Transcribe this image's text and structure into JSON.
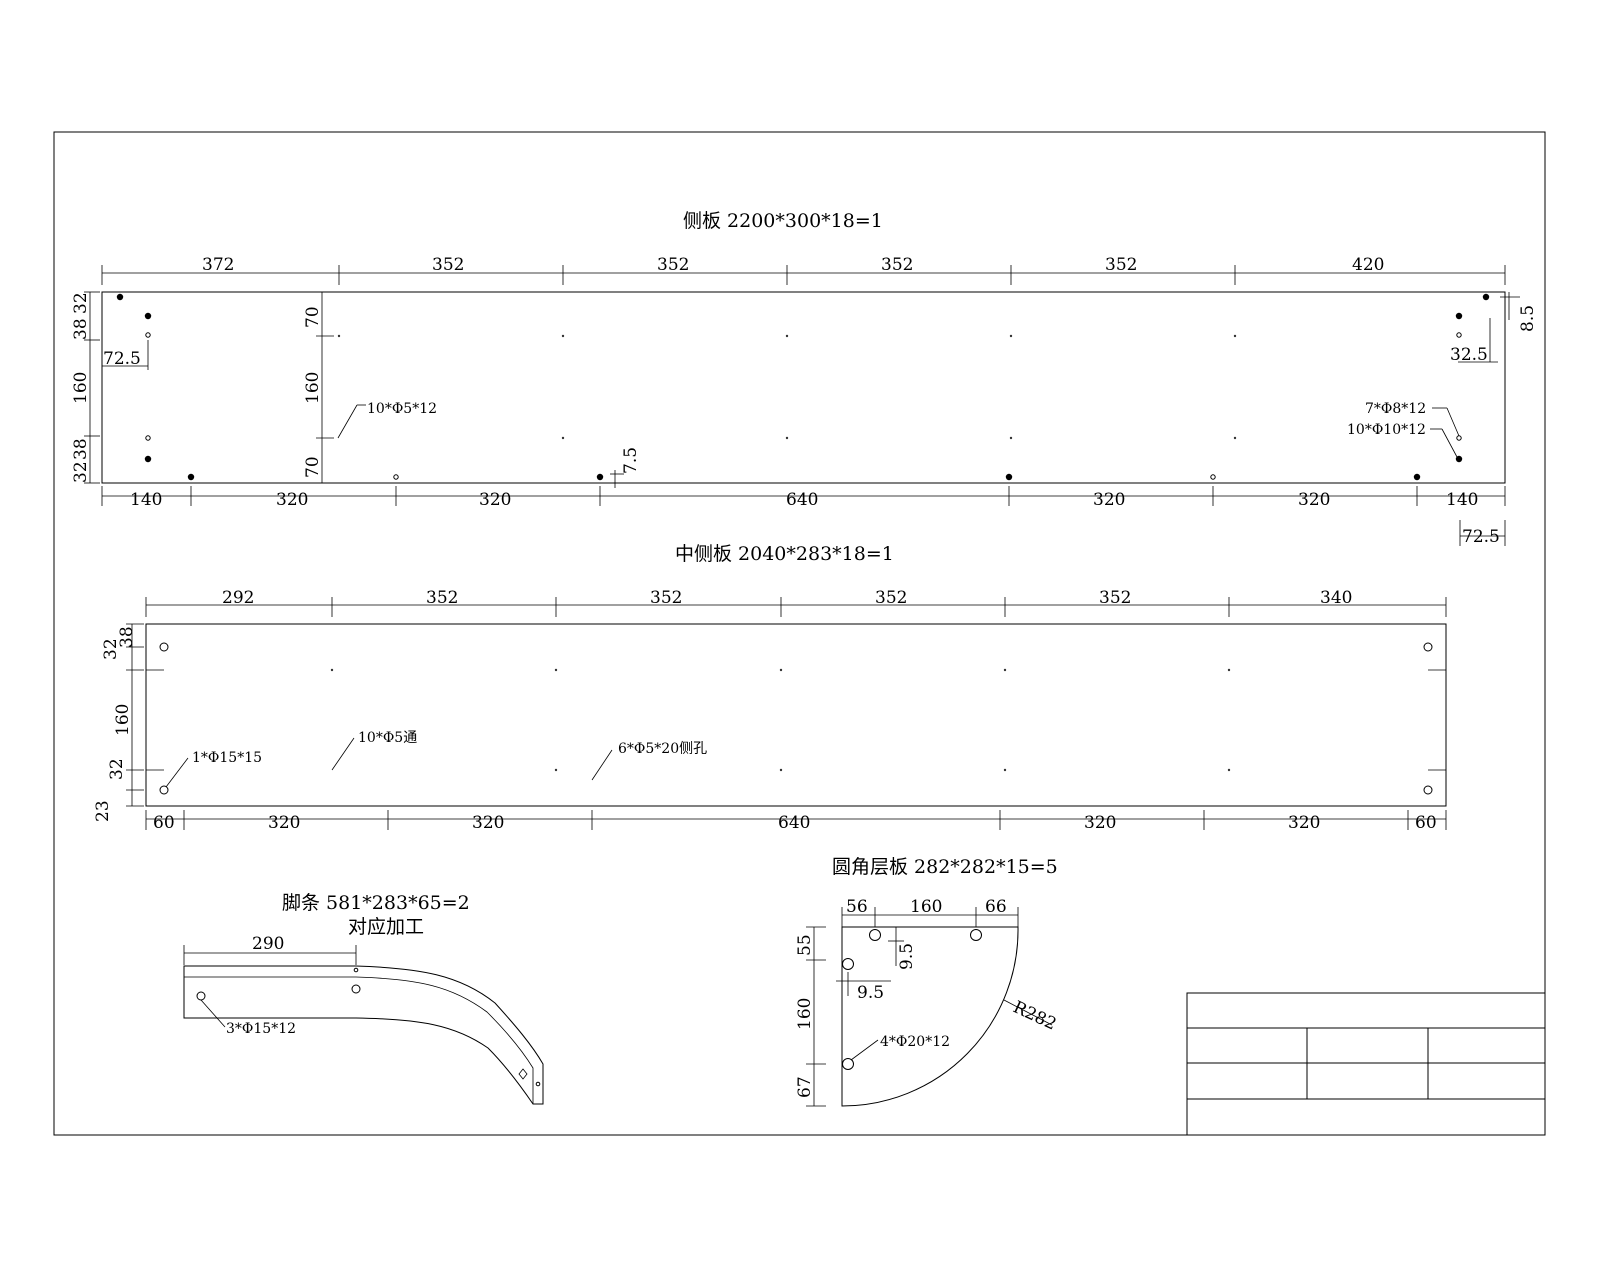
{
  "drawing_frame": {
    "title_block": {
      "cells": []
    }
  },
  "side_panel": {
    "title": "侧板 2200*300*18=1",
    "top_dims": [
      "372",
      "352",
      "352",
      "352",
      "352",
      "420"
    ],
    "bottom_dims": [
      "140",
      "320",
      "320",
      "640",
      "320",
      "320",
      "140"
    ],
    "left_dims": [
      "32",
      "38",
      "160",
      "38",
      "32"
    ],
    "inner_vdims": [
      "70",
      "160",
      "70"
    ],
    "labels": {
      "offset_left": "72.5",
      "offset_right_top": "32.5",
      "offset_right_side": "8.5",
      "offset_right_bottom": "72.5",
      "offset_bottom": "7.5",
      "holes_small": "10*Φ5*12",
      "holes_mid": "7*Φ8*12",
      "holes_big": "10*Φ10*12"
    }
  },
  "mid_panel": {
    "title": "中侧板 2040*283*18=1",
    "top_dims": [
      "292",
      "352",
      "352",
      "352",
      "352",
      "340"
    ],
    "bottom_dims": [
      "60",
      "320",
      "320",
      "640",
      "320",
      "320",
      "60"
    ],
    "left_dims": [
      "32",
      "38",
      "160",
      "32",
      "23"
    ],
    "labels": {
      "hole_big": "1*Φ15*15",
      "holes_through": "10*Φ5通",
      "holes_side": "6*Φ5*20侧孔"
    }
  },
  "foot_strip": {
    "title_line1": "脚条 581*283*65=2",
    "title_line2": "对应加工",
    "dim": "290",
    "label": "3*Φ15*12"
  },
  "corner_shelf": {
    "title": "圆角层板 282*282*15=5",
    "top_dims": [
      "56",
      "160",
      "66"
    ],
    "left_dims": [
      "55",
      "160",
      "67"
    ],
    "dim_a": "9.5",
    "dim_b": "9.5",
    "radius": "R282",
    "label": "4*Φ20*12"
  }
}
